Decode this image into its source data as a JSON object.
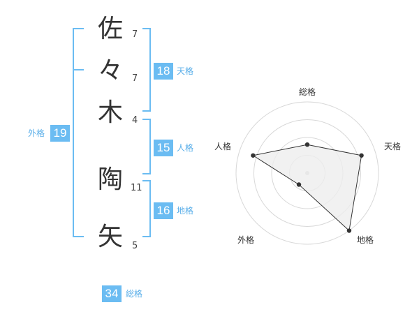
{
  "name_chars": [
    {
      "char": "佐",
      "strokes": "7"
    },
    {
      "char": "々",
      "strokes": "7"
    },
    {
      "char": "木",
      "strokes": "4"
    },
    {
      "char": "陶",
      "strokes": "11"
    },
    {
      "char": "矢",
      "strokes": "5"
    }
  ],
  "groups": {
    "tenkaku": {
      "value": "18",
      "label": "天格"
    },
    "jinkaku": {
      "value": "15",
      "label": "人格"
    },
    "chikaku": {
      "value": "16",
      "label": "地格"
    },
    "gaikaku": {
      "value": "19",
      "label": "外格"
    },
    "soukaku": {
      "value": "34",
      "label": "総格"
    }
  },
  "colors": {
    "accent": "#6bbcf2",
    "radar_fill": "#eeeeee",
    "radar_stroke": "#333333"
  },
  "chart_data": {
    "type": "radar",
    "axes": [
      "総格",
      "天格",
      "地格",
      "外格",
      "人格"
    ],
    "values": [
      0.4,
      0.8,
      1.0,
      0.2,
      0.8
    ],
    "max": 1.0,
    "rings": 4
  }
}
